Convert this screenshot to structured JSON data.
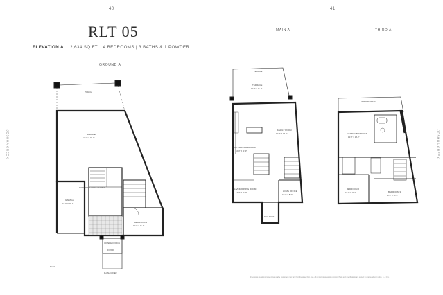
{
  "page_numbers": {
    "left": "40",
    "right": "41"
  },
  "model": {
    "title": "RLT 05",
    "elevation": "ELEVATION A",
    "specs": "2,634 SQ.FT. | 4 BEDROOMS | 3 BATHS & 1 POWDER"
  },
  "floor_labels": {
    "ground": "GROUND A",
    "main": "MAIN A",
    "third": "THIRD A"
  },
  "side_text": {
    "left": "JOSHUA CREEK",
    "right": "JOSHUA CREEK"
  },
  "ground_rooms": {
    "porch_top": "PORCH",
    "garage_upper": "GARAGE",
    "garage_upper_dim": "21'-0\" X 16'-0\"",
    "garage_lower": "GARAGE",
    "garage_lower_dim": "11'-0\" X 21'-0\"",
    "stair_note": "DOOR WHERE GRADE PERMITS",
    "bedroom": "BEDROOM 4",
    "bedroom_dim": "12'-0\" X 11'-0\"",
    "covered_porch": "COVERED PORCH",
    "foyer": "FOYER",
    "flush_cover": "FLUSH COVER",
    "scale": "SCALE"
  },
  "main_rooms": {
    "terrace": "TERRACE",
    "terrace_dim": "16'-0\" X 11'-0\"",
    "family": "FAMILY ROOM",
    "family_dim": "12'-4\" X 13'-0\"",
    "kitchen": "KITCHEN/BREAKFAST",
    "kitchen_dim": "16'-0\" X 11'-0\"",
    "living": "LIVING/DINING ROOM",
    "living_dim": "17'-0\" X 11'-0\"",
    "office": "HOME OFFICE",
    "office_dim": "10'-0\" X 8'-0\"",
    "flat_roof": "FLAT ROOF"
  },
  "third_rooms": {
    "upper_terrace": "UPPER TERRACE",
    "master": "MASTER BEDROOM",
    "master_dim": "13'-0\" X 14'-0\"",
    "bedroom2": "BEDROOM 2",
    "bedroom2_dim": "11'-0\" X 11'-0\"",
    "bedroom3": "BEDROOM 3",
    "bedroom3_dim": "11'-0\" X 10'-0\""
  },
  "disclaimer": "Dimensions are approximate. Actual usable floor space may vary from the stated floor area. All renderings are artist's concept. Plans and specifications are subject to change without notice. E. & O.E."
}
